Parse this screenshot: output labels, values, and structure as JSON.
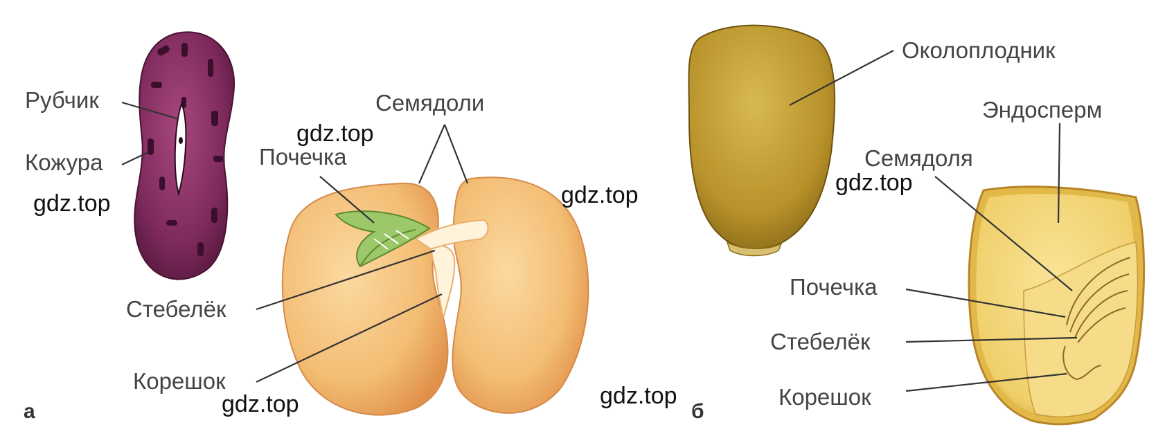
{
  "panel_a": {
    "letter": "а",
    "labels": {
      "hilum": "Рубчик",
      "seed_coat": "Кожура",
      "cotyledons": "Семядоли",
      "plumule": "Почечка",
      "stem": "Стебелёк",
      "root": "Корешок"
    }
  },
  "panel_b": {
    "letter": "б",
    "labels": {
      "pericarp": "Околоплодник",
      "endosperm": "Эндосперм",
      "cotyledon": "Семядоля",
      "plumule": "Почечка",
      "stem": "Стебелёк",
      "root": "Корешок"
    }
  },
  "watermark": "gdz.top",
  "colors": {
    "bean_coat": "#7a2a5a",
    "bean_spots": "#3b0f2c",
    "cotyledon": "#f0b868",
    "embryo_green": "#9cc86a",
    "corn_kernel": "#c09a2a",
    "corn_endosperm": "#f0d070",
    "leader_line": "#333333"
  }
}
